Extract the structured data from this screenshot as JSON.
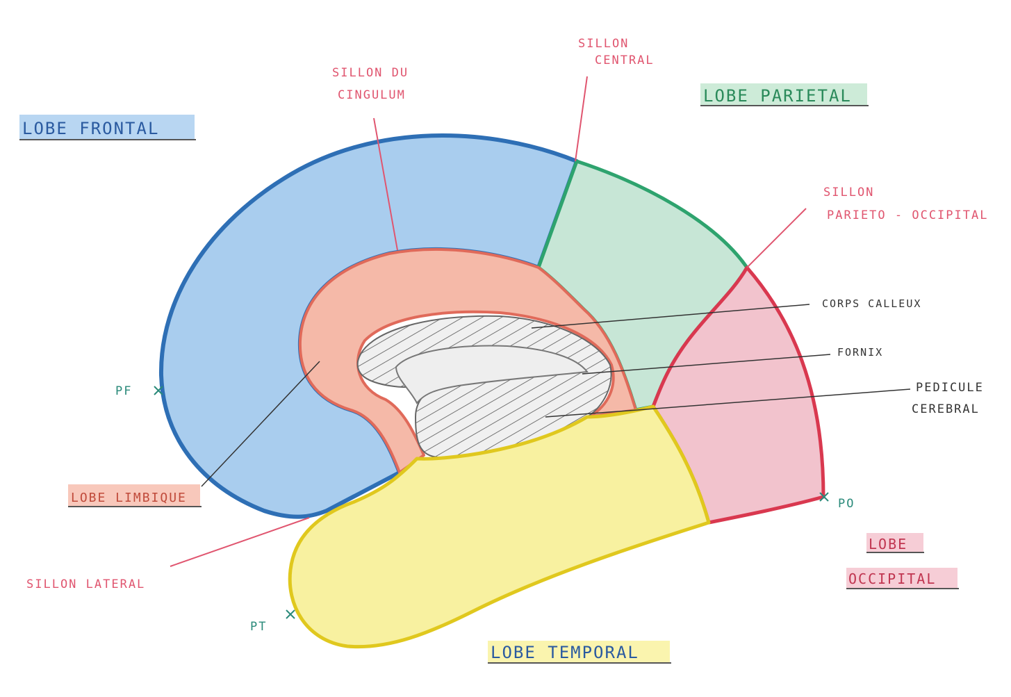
{
  "labels": {
    "lobe_frontal": "LOBE FRONTAL",
    "lobe_parietal": "LOBE PARIETAL",
    "lobe_limbique": "LOBE LIMBIQUE",
    "lobe_temporal": "LOBE TEMPORAL",
    "lobe_occipital_line1": "LOBE",
    "lobe_occipital_line2": "OCCIPITAL",
    "sillon_central_line1": "SILLON",
    "sillon_central_line2": "CENTRAL",
    "sillon_cingulum_line1": "SILLON DU",
    "sillon_cingulum_line2": "CINGULUM",
    "sillon_parieto_line1": "SILLON",
    "sillon_parieto_line2": "PARIETO - OCCIPITAL",
    "sillon_lateral": "SILLON LATERAL",
    "corps_calleux": "CORPS CALLEUX",
    "fornix": "FORNIX",
    "pedicule_line1": "PEDICULE",
    "pedicule_line2": "CEREBRAL",
    "pole_frontal": "PF",
    "pole_occipital": "PO",
    "pole_temporal": "PT"
  },
  "colors": {
    "frontal_fill": "#a9cdee",
    "frontal_stroke": "#2e6fb5",
    "parietal_fill": "#c7e6d6",
    "parietal_stroke": "#2ea36e",
    "occipital_fill": "#f2c3cd",
    "occipital_stroke": "#d9384f",
    "limbic_fill": "#f5b9a8",
    "limbic_stroke": "#e06a5a",
    "temporal_fill": "#f8f1a0",
    "temporal_stroke": "#e0c81e",
    "hatch": "#555555",
    "label_blue": "#2a5aa0",
    "label_green": "#2a8a5a",
    "label_red": "#e0556f"
  }
}
